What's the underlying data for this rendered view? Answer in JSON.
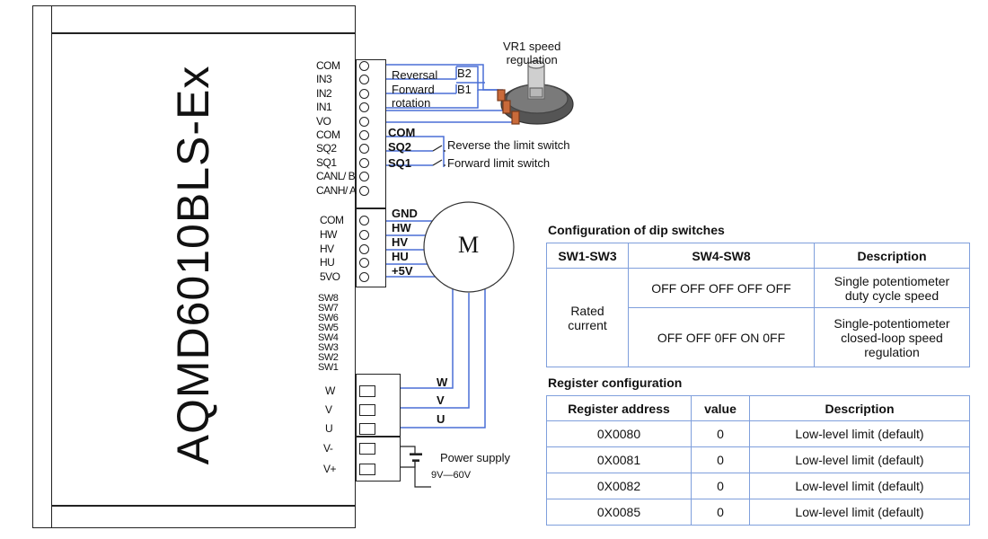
{
  "driver": {
    "model": "AQMD6010BLS-Ex",
    "upper_pins": [
      "COM",
      "IN3",
      "IN2",
      "IN1",
      "VO",
      "COM",
      "SQ2",
      "SQ1",
      "CANL/ B",
      "CANH/ A"
    ],
    "hall_pins": [
      "COM",
      "HW",
      "HV",
      "HU",
      "5VO"
    ],
    "dip_pins": [
      "SW8",
      "SW7",
      "SW6",
      "SW5",
      "SW4",
      "SW3",
      "SW2",
      "SW1"
    ],
    "phase_pins": [
      "W",
      "V",
      "U"
    ],
    "power_pins": [
      "V-",
      "V+"
    ]
  },
  "wiring": {
    "vr1_label_line1": "VR1 speed",
    "vr1_label_line2": "regulation",
    "reversal": "Reversal",
    "forward": "Forward",
    "rotation": "rotation",
    "b2": "B2",
    "b1": "B1",
    "com": "COM",
    "sq2": "SQ2",
    "sq1": "SQ1",
    "reverse_limit": "Reverse the limit switch",
    "forward_limit": "Forward limit switch",
    "gnd": "GND",
    "hw": "HW",
    "hv": "HV",
    "hu": "HU",
    "plus5v": "+5V",
    "motor": "M",
    "w": "W",
    "v": "V",
    "u": "U",
    "power_supply": "Power supply",
    "voltage": "9V—60V"
  },
  "dip_table": {
    "title": "Configuration of dip switches",
    "headers": [
      "SW1-SW3",
      "SW4-SW8",
      "Description"
    ],
    "row_label": "Rated current",
    "rows": [
      {
        "switches": "OFF OFF OFF OFF OFF",
        "description": "Single potentiometer duty cycle speed"
      },
      {
        "switches": "OFF OFF 0FF ON 0FF",
        "description": "Single-potentiometer closed-loop speed regulation"
      }
    ]
  },
  "reg_table": {
    "title": "Register configuration",
    "headers": [
      "Register address",
      "value",
      "Description"
    ],
    "rows": [
      {
        "address": "0X0080",
        "value": "0",
        "description": "Low-level limit (default)"
      },
      {
        "address": "0X0081",
        "value": "0",
        "description": "Low-level limit (default)"
      },
      {
        "address": "0X0082",
        "value": "0",
        "description": "Low-level limit (default)"
      },
      {
        "address": "0X0085",
        "value": "0",
        "description": "Low-level limit (default)"
      }
    ]
  },
  "colors": {
    "wire": "#4a6fd6",
    "table_border": "#7f9fdc",
    "line": "#222222"
  }
}
